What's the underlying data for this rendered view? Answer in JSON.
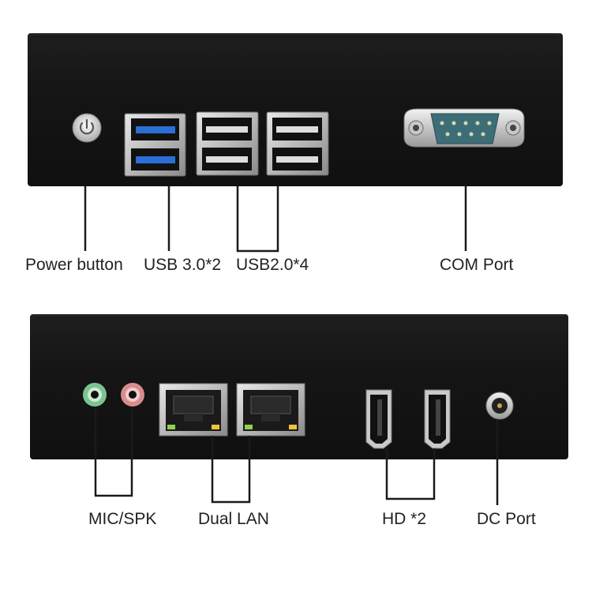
{
  "top_panel": {
    "labels": {
      "power": "Power button",
      "usb3": "USB 3.0*2",
      "usb2": "USB2.0*4",
      "com": "COM Port"
    }
  },
  "bottom_panel": {
    "labels": {
      "audio": "MIC/SPK",
      "lan": "Dual LAN",
      "hd": "HD *2",
      "dc": "DC Port"
    }
  },
  "colors": {
    "chassis": "#151515",
    "usb3_blue": "#2a6fd6",
    "mic_green": "#7cc48f",
    "spk_pink": "#d98c8c",
    "leader_line": "#1a1a1a"
  },
  "icons": [
    "power-icon",
    "usb3-port-icon",
    "usb2-port-icon",
    "db9-serial-port-icon",
    "audio-jack-icon",
    "rj45-port-icon",
    "hdmi-port-icon",
    "dc-jack-icon"
  ]
}
